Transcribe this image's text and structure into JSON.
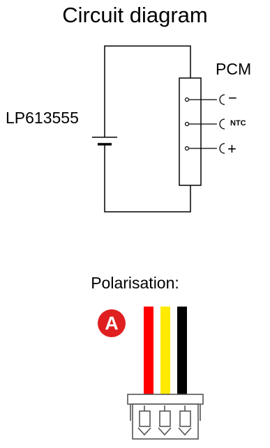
{
  "title": "Circuit diagram",
  "pcm_label": "PCM",
  "cell_label": "LP613555",
  "pins": [
    {
      "label": "−"
    },
    {
      "label": "NTC"
    },
    {
      "label": "+"
    }
  ],
  "polarisation": {
    "label": "Polarisation:",
    "badge": "A",
    "badge_color": "#e02020",
    "wire_colors": [
      "#ff0000",
      "#ffea00",
      "#000000"
    ]
  }
}
